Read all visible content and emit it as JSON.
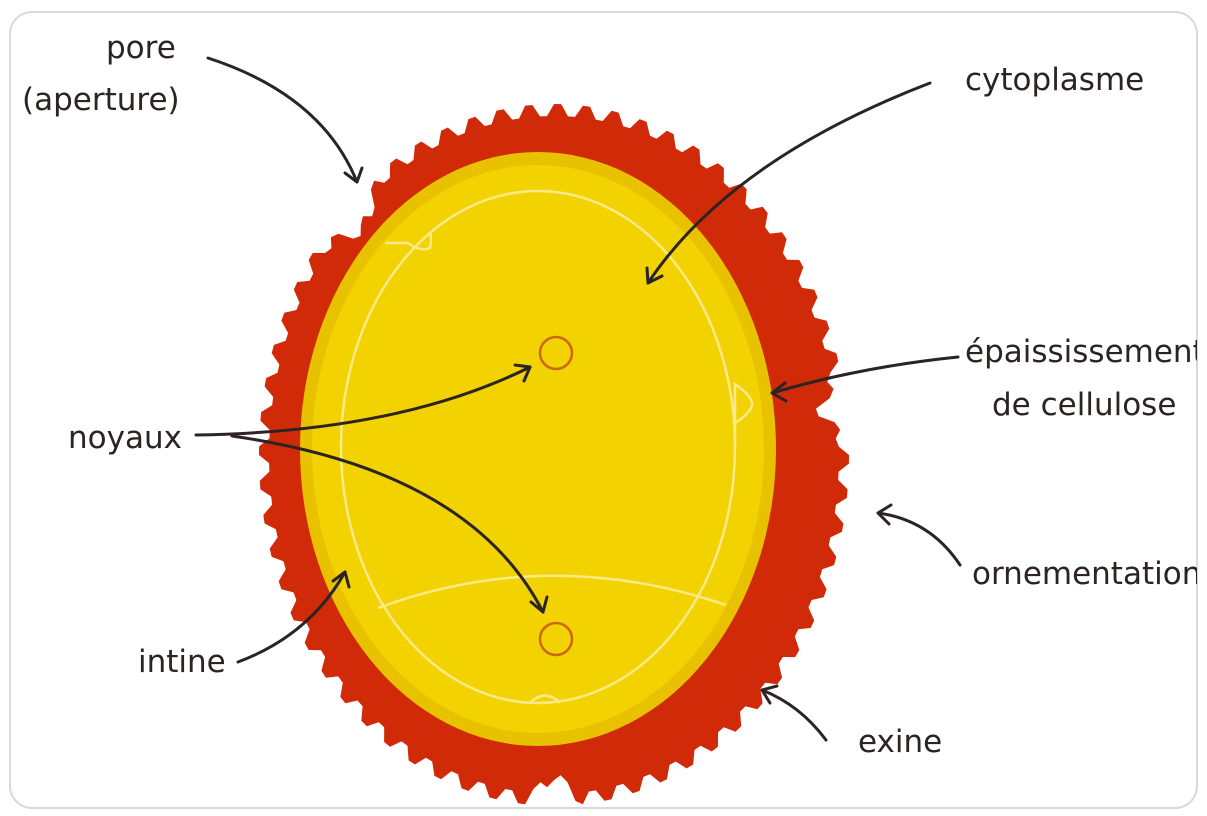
{
  "labels": {
    "pore_line1": "pore",
    "pore_line2": "(aperture)",
    "cytoplasme": "cytoplasme",
    "epaississement_line1": "épaississement",
    "epaississement_line2": "de cellulose",
    "noyaux": "noyaux",
    "ornementation": "ornementation",
    "intine": "intine",
    "exine": "exine"
  },
  "colors": {
    "exine": "#d12a08",
    "intine": "#e8c100",
    "cytoplasm": "#f2d200",
    "membrane_line": "#fbe98a",
    "nucleus_outline": "#c96a10",
    "arrow": "#2b2423",
    "label_text": "#2b2423"
  }
}
